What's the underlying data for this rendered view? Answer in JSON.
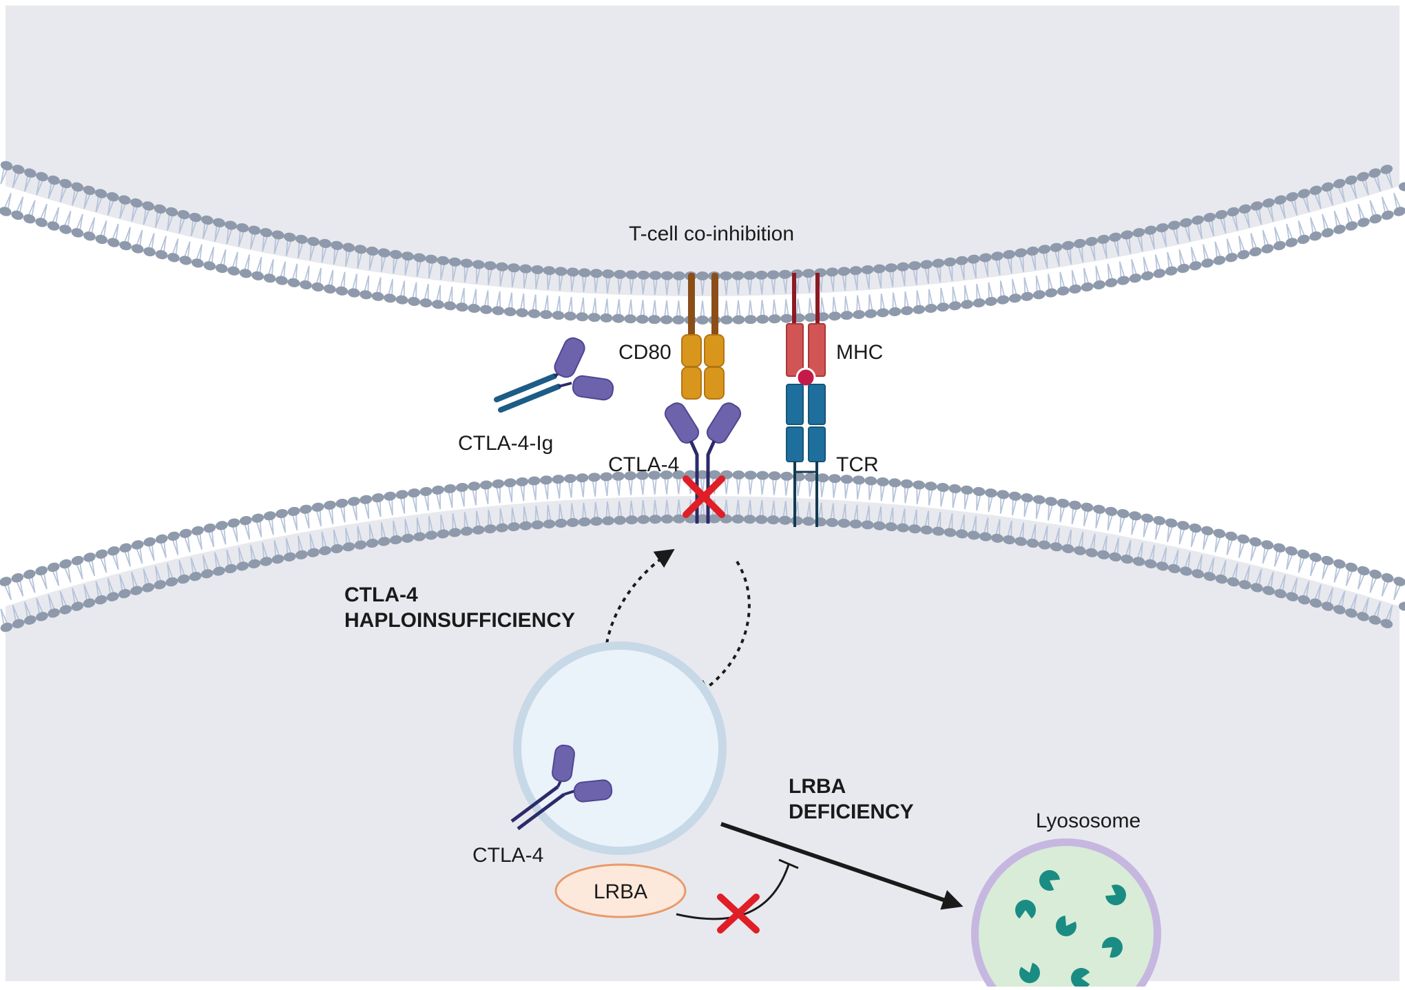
{
  "diagram": {
    "title": "T-cell co-inhibition",
    "labels": {
      "cd80": "CD80",
      "mhc": "MHC",
      "tcr": "TCR",
      "ctla4_ig": "CTLA-4-Ig",
      "ctla4_membrane": "CTLA-4",
      "ctla4_vesicle": "CTLA-4",
      "lrba": "LRBA",
      "lysosome": "Lyososome"
    },
    "conditions": {
      "haplo_line1": "CTLA-4",
      "haplo_line2": "HAPLOINSUFFICIENCY",
      "lrba_line1": "LRBA",
      "lrba_line2": "DEFICIENCY"
    },
    "colors": {
      "background_cell": "#e8e9ee",
      "membrane_head": "#8e9aab",
      "membrane_tail": "#b7c4da",
      "cd80": "#d8961c",
      "cd80_stalk": "#8b4e18",
      "mhc": "#d25555",
      "mhc_stalk": "#8c1a24",
      "peptide": "#c41a4a",
      "tcr": "#1f6f9e",
      "tcr_stalk": "#123a52",
      "ctla4": "#6d63ad",
      "ctla4_stalk": "#2c2a6a",
      "ctla4_ig_stalk": "#1d5c86",
      "block_cross": "#e01e26",
      "lysosome_fill": "#d8ecd7",
      "lysosome_ring": "#c6b7e0",
      "enzyme": "#1a8c83",
      "lrba_fill": "#fde8dc",
      "lrba_stroke": "#e89a6c"
    }
  }
}
